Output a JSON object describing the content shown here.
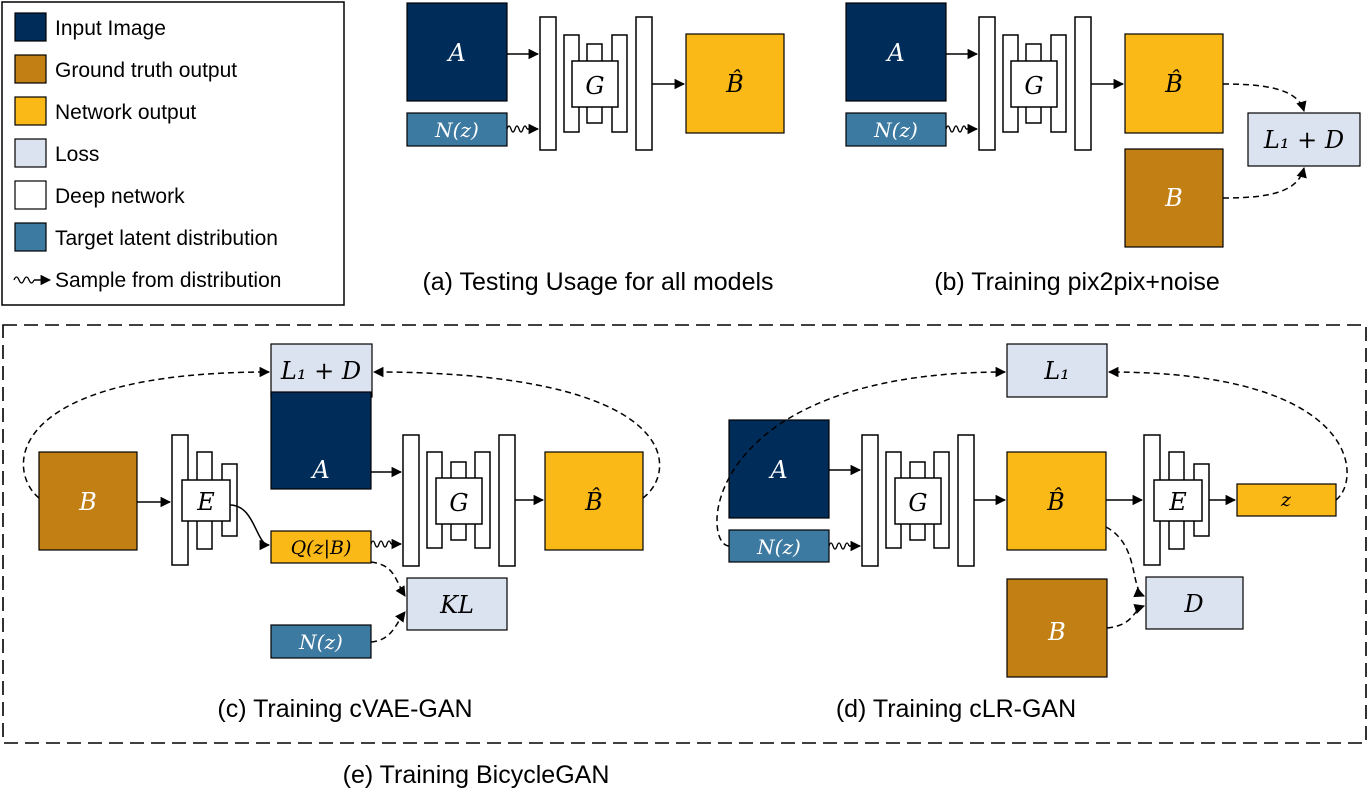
{
  "colors": {
    "input_image": "#002c5a",
    "ground_truth": "#c17f14",
    "network_output": "#fbb918",
    "loss": "#dbe3f1",
    "deep_network": "#ffffff",
    "target_latent": "#3d7aa2"
  },
  "legend": {
    "items": [
      {
        "label": "Input Image",
        "kind": "input_image"
      },
      {
        "label": "Ground truth output",
        "kind": "ground_truth"
      },
      {
        "label": "Network output",
        "kind": "network_output"
      },
      {
        "label": "Loss",
        "kind": "loss"
      },
      {
        "label": "Deep network",
        "kind": "deep_network"
      },
      {
        "label": "Target latent distribution",
        "kind": "target_latent"
      },
      {
        "label": "Sample from distribution",
        "kind": "sample_arrow"
      }
    ]
  },
  "labels": {
    "A": "A",
    "B": "B",
    "B_hat": "B̂",
    "G": "G",
    "E": "E",
    "N_z": "N(z)",
    "Q_zB": "Q(z|B)",
    "KL": "KL",
    "L1_D": "L₁ + D",
    "L1": "L₁",
    "D": "D",
    "z": "z"
  },
  "captions": {
    "a": "(a) Testing Usage for all models",
    "b": "(b) Training pix2pix+noise",
    "c": "(c) Training cVAE-GAN",
    "d": "(d) Training cLR-GAN",
    "e": "(e) Training BicycleGAN"
  }
}
